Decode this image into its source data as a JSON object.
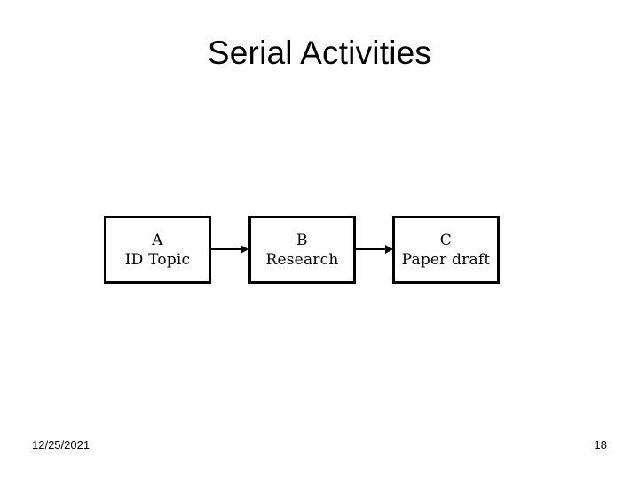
{
  "slide": {
    "title": "Serial Activities",
    "background_color": "#ffffff",
    "text_color": "#000000"
  },
  "diagram": {
    "type": "flowchart-serial",
    "nodes": [
      {
        "letter": "A",
        "label": "ID Topic"
      },
      {
        "letter": "B",
        "label": "Research"
      },
      {
        "letter": "C",
        "label": "Paper draft"
      }
    ],
    "connectors": [
      {
        "from": "A",
        "to": "B",
        "icon": "arrow-right-icon"
      },
      {
        "from": "B",
        "to": "C",
        "icon": "arrow-right-icon"
      }
    ],
    "border_color": "#000000",
    "fill_color": "#ffffff"
  },
  "footer": {
    "date": "12/25/2021",
    "page_number": "18"
  }
}
